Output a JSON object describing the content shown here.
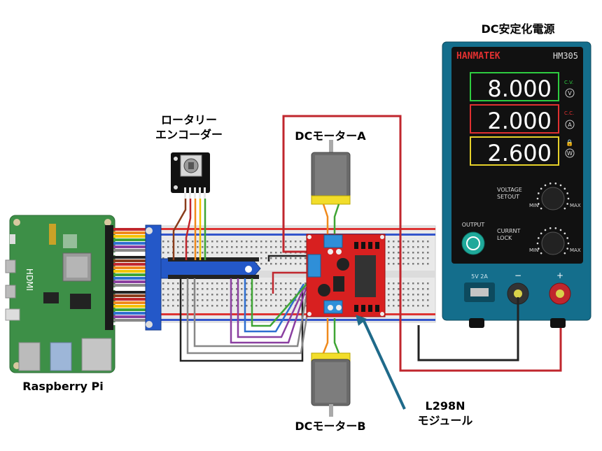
{
  "labels": {
    "power_supply": "DC安定化電源",
    "encoder_line1": "ロータリー",
    "encoder_line2": "エンコーダー",
    "motor_a": "DCモーターA",
    "motor_b": "DCモーターB",
    "raspberry_pi": "Raspberry Pi",
    "l298n_line1": "L298N",
    "l298n_line2": "モジュール"
  },
  "power_supply": {
    "brand": "HANMATEK",
    "model": "HM305",
    "voltage_display": "8.000",
    "current_display": "2.000",
    "power_display": "2.600",
    "cv_tag": "C.V.",
    "cc_tag": "C.C.",
    "v_unit": "V",
    "a_unit": "A",
    "w_unit": "W",
    "voltage_setout": "VOLTAGE\nSETOUT",
    "current_lock": "CURRNT\nLOCK",
    "min": "MIN",
    "max": "MAX",
    "output_label": "OUTPUT",
    "usb_label": "5V 2A",
    "minus_label": "−",
    "plus_label": "+",
    "body_color": "#146e8c",
    "display_green": "#2ecc40",
    "display_red": "#e03030",
    "display_yellow": "#e6d12a"
  },
  "raspberry_pi": {
    "hdmi_label": "HDMI",
    "board_color": "#3d8f47"
  },
  "colors": {
    "wire_red": "#c0262d",
    "wire_black": "#222222",
    "wire_green": "#3fa535",
    "wire_yellow": "#f2c400",
    "wire_orange": "#f08a1c",
    "wire_brown": "#8a3d1c",
    "wire_blue": "#2f6fd0",
    "wire_purple": "#8a3fa0",
    "wire_gray": "#888888",
    "arrow": "#1f6a8a"
  }
}
